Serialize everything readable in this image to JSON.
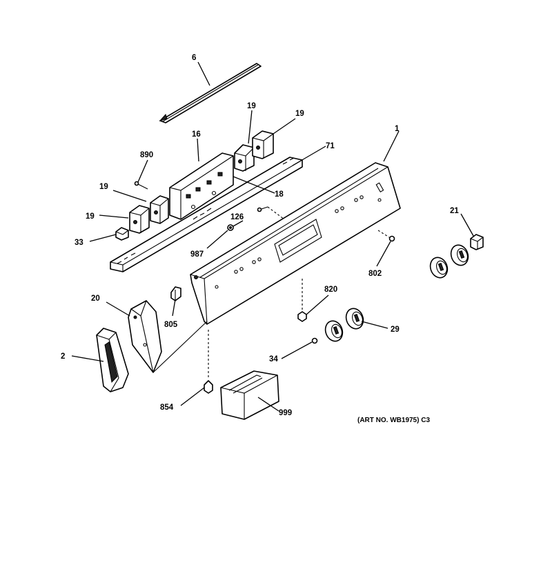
{
  "callouts": {
    "c1": "1",
    "c2": "2",
    "c6": "6",
    "c16": "16",
    "c18": "18",
    "c19a": "19",
    "c19b": "19",
    "c19c": "19",
    "c19d": "19",
    "c20": "20",
    "c21": "21",
    "c29": "29",
    "c33": "33",
    "c34": "34",
    "c71": "71",
    "c126": "126",
    "c802": "802",
    "c805": "805",
    "c820": "820",
    "c854": "854",
    "c890": "890",
    "c987": "987",
    "c999": "999"
  },
  "art_number": "(ART NO. WB1975) C3"
}
